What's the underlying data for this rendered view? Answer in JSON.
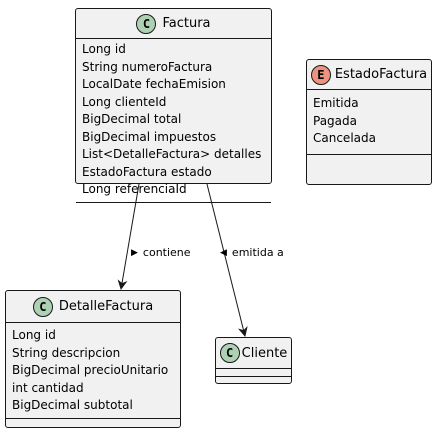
{
  "classes": {
    "factura": {
      "badge": "C",
      "name": "Factura",
      "fields": [
        "Long id",
        "String numeroFactura",
        "LocalDate fechaEmision",
        "Long clienteId",
        "BigDecimal total",
        "BigDecimal impuestos",
        "List<DetalleFactura> detalles",
        "EstadoFactura estado",
        "Long referenciaId"
      ]
    },
    "estado": {
      "badge": "E",
      "name": "EstadoFactura",
      "fields": [
        "Emitida",
        "Pagada",
        "Cancelada"
      ]
    },
    "detalle": {
      "badge": "C",
      "name": "DetalleFactura",
      "fields": [
        "Long id",
        "String descripcion",
        "BigDecimal precioUnitario",
        "int cantidad",
        "BigDecimal subtotal"
      ]
    },
    "cliente": {
      "badge": "C",
      "name": "Cliente",
      "fields": []
    }
  },
  "relations": {
    "contiene": {
      "label": "contiene",
      "direction_glyph": "▶"
    },
    "emitida": {
      "label": "emitida a",
      "direction_glyph": "◀"
    }
  },
  "colors": {
    "class_badge": "#add1b2",
    "enum_badge": "#eb937f",
    "box_fill": "#f1f1f1",
    "line": "#181818"
  }
}
